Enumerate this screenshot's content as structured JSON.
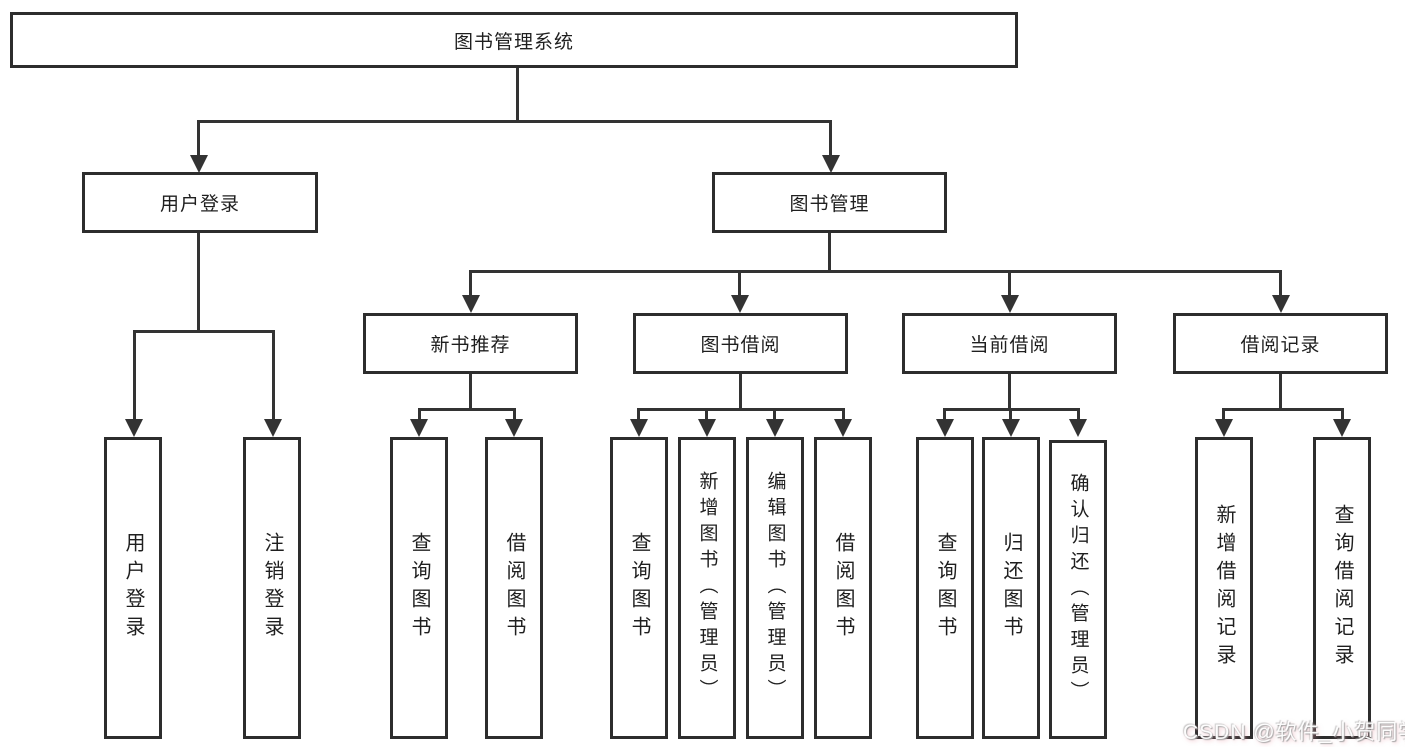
{
  "tree": {
    "root": "图书管理系统",
    "l1": [
      {
        "label": "用户登录"
      },
      {
        "label": "图书管理"
      }
    ],
    "l2": [
      {
        "label": "新书推荐"
      },
      {
        "label": "图书借阅"
      },
      {
        "label": "当前借阅"
      },
      {
        "label": "借阅记录"
      }
    ],
    "leaves": {
      "login": [
        "用户登录",
        "注销登录"
      ],
      "recommend": [
        "查询图书",
        "借阅图书"
      ],
      "borrow": [
        "查询图书",
        "新增图书（管理员）",
        "编辑图书（管理员）",
        "借阅图书"
      ],
      "current": [
        "查询图书",
        "归还图书",
        "确认归还（管理员）"
      ],
      "records": [
        "新增借阅记录",
        "查询借阅记录"
      ]
    }
  },
  "watermark": "CSDN @软件_小贺同学",
  "colors": {
    "line": "#333333",
    "border": "#2d2d2d",
    "background": "#ffffff",
    "watermark_pink": "#e894a0"
  }
}
